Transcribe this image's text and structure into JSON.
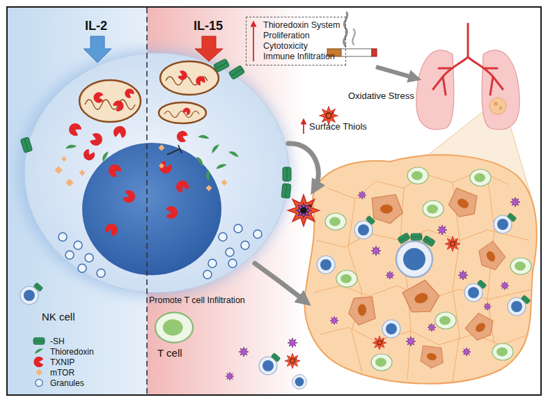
{
  "diagram": {
    "nodes": [
      {
        "text": [
          "Thioredoxin System",
          "Proliferation",
          "Cytotoxicity",
          "Immune Infiltration"
        ]
      }
    ],
    "labels": [
      "IL-2",
      "IL-15",
      "Surface Thiols",
      "Oxidative Stress",
      "NK cell",
      "Promote T cell Infiltration",
      "T cell"
    ],
    "legend": [
      {
        "text": "-SH"
      },
      {
        "text": "Thioredoxin"
      },
      {
        "text": "TXNIP"
      },
      {
        "text": "mTOR"
      },
      {
        "text": "Granules"
      }
    ]
  }
}
